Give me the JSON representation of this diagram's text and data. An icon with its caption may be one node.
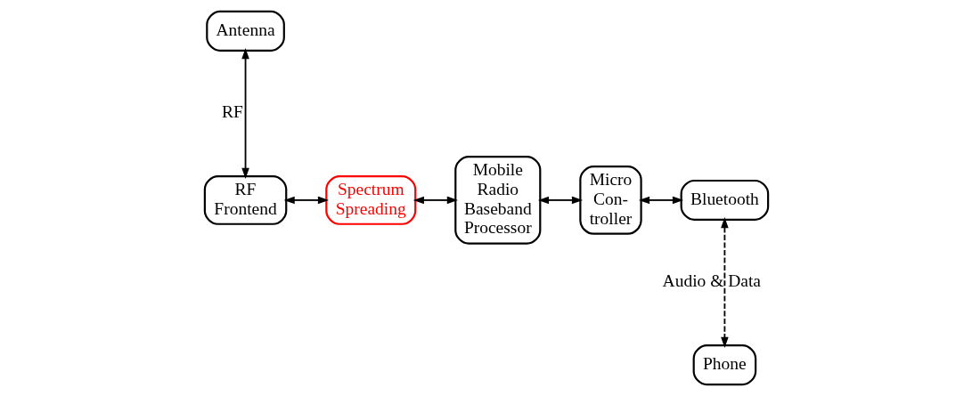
{
  "diagram": {
    "nodes": [
      {
        "text": [
          "Antenna"
        ]
      },
      {
        "text": [
          "RF Frontend"
        ]
      },
      {
        "text": [
          "Spectrum Spreading"
        ]
      },
      {
        "text": [
          "Mobile Radio Baseband Processor"
        ]
      },
      {
        "text": [
          "Micro Con- troller"
        ]
      },
      {
        "text": [
          "Bluetooth"
        ]
      },
      {
        "text": [
          "Phone"
        ]
      }
    ],
    "edges": [
      {
        "from": 0,
        "to": 1,
        "arrow": "both",
        "label": "RF"
      },
      {
        "from": 1,
        "to": 2,
        "arrow": "both"
      },
      {
        "from": 2,
        "to": 3,
        "arrow": "both"
      },
      {
        "from": 3,
        "to": 4,
        "arrow": "both"
      },
      {
        "from": 4,
        "to": 5,
        "arrow": "both"
      },
      {
        "from": 5,
        "to": 6,
        "arrow": "both",
        "style": "dashed",
        "label": "Audio & Data"
      }
    ]
  }
}
